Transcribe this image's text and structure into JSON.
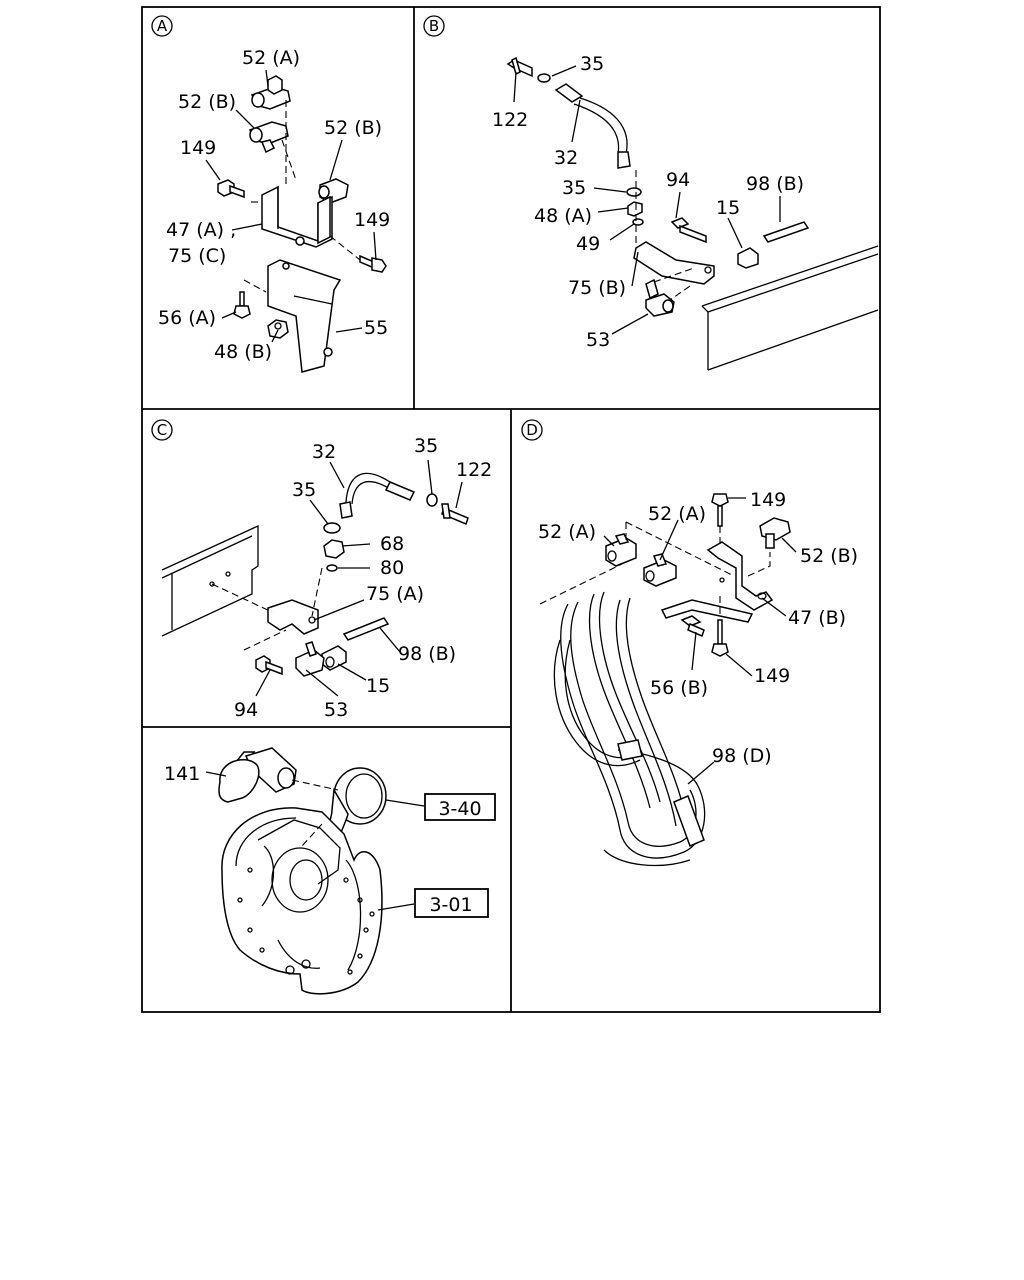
{
  "panels": {
    "A": {
      "id": "A",
      "labels": [
        "52 (A)",
        "52 (B)",
        "52 (B)",
        "149",
        "47 (A) ,",
        "75 (C)",
        "149",
        "56 (A)",
        "48 (B)",
        "55"
      ]
    },
    "B": {
      "id": "B",
      "labels": [
        "35",
        "122",
        "32",
        "35",
        "94",
        "98 (B)",
        "48 (A)",
        "15",
        "49",
        "75 (B)",
        "53"
      ]
    },
    "C": {
      "id": "C",
      "labels": [
        "32",
        "35",
        "122",
        "35",
        "68",
        "80",
        "75 (A)",
        "98 (B)",
        "15",
        "94",
        "53"
      ]
    },
    "D": {
      "id": "D",
      "labels": [
        "149",
        "52 (A)",
        "52 (A)",
        "52 (B)",
        "47 (B)",
        "56 (B)",
        "149",
        "98 (D)"
      ]
    },
    "E": {
      "labels": [
        "141"
      ],
      "refs": [
        "3-40",
        "3-01"
      ]
    }
  }
}
